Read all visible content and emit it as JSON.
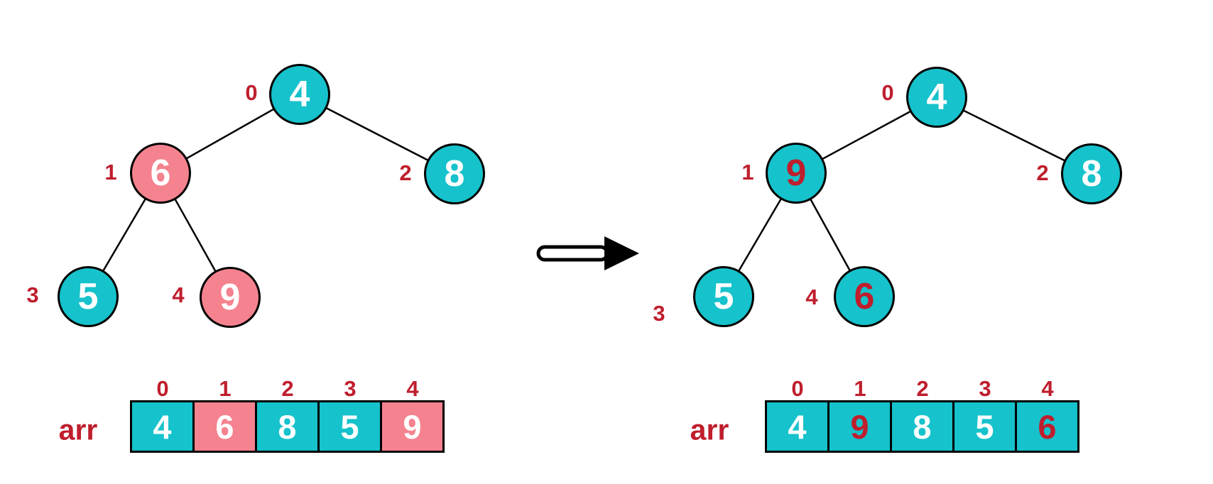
{
  "colors": {
    "teal": "#16C2CB",
    "pink": "#F5838F",
    "red": "#BF1E2D",
    "white": "#FFFFFF",
    "outline": "#000000"
  },
  "left_diagram": {
    "tree": {
      "nodes": [
        {
          "index_label": "0",
          "value": "4",
          "fill": "#16C2CB",
          "value_color": "#FFFFFF"
        },
        {
          "index_label": "1",
          "value": "6",
          "fill": "#F5838F",
          "value_color": "#FFFFFF"
        },
        {
          "index_label": "2",
          "value": "8",
          "fill": "#16C2CB",
          "value_color": "#FFFFFF"
        },
        {
          "index_label": "3",
          "value": "5",
          "fill": "#16C2CB",
          "value_color": "#FFFFFF"
        },
        {
          "index_label": "4",
          "value": "9",
          "fill": "#F5838F",
          "value_color": "#FFFFFF"
        }
      ]
    },
    "array": {
      "label": "arr",
      "cells": [
        {
          "index_label": "0",
          "value": "4",
          "fill": "#16C2CB",
          "value_color": "#FFFFFF"
        },
        {
          "index_label": "1",
          "value": "6",
          "fill": "#F5838F",
          "value_color": "#FFFFFF"
        },
        {
          "index_label": "2",
          "value": "8",
          "fill": "#16C2CB",
          "value_color": "#FFFFFF"
        },
        {
          "index_label": "3",
          "value": "5",
          "fill": "#16C2CB",
          "value_color": "#FFFFFF"
        },
        {
          "index_label": "4",
          "value": "9",
          "fill": "#F5838F",
          "value_color": "#FFFFFF"
        }
      ]
    }
  },
  "right_diagram": {
    "tree": {
      "nodes": [
        {
          "index_label": "0",
          "value": "4",
          "fill": "#16C2CB",
          "value_color": "#FFFFFF"
        },
        {
          "index_label": "1",
          "value": "9",
          "fill": "#16C2CB",
          "value_color": "#BF1E2D"
        },
        {
          "index_label": "2",
          "value": "8",
          "fill": "#16C2CB",
          "value_color": "#FFFFFF"
        },
        {
          "index_label": "3",
          "value": "5",
          "fill": "#16C2CB",
          "value_color": "#FFFFFF"
        },
        {
          "index_label": "4",
          "value": "6",
          "fill": "#16C2CB",
          "value_color": "#BF1E2D"
        }
      ]
    },
    "array": {
      "label": "arr",
      "cells": [
        {
          "index_label": "0",
          "value": "4",
          "fill": "#16C2CB",
          "value_color": "#FFFFFF"
        },
        {
          "index_label": "1",
          "value": "9",
          "fill": "#16C2CB",
          "value_color": "#BF1E2D"
        },
        {
          "index_label": "2",
          "value": "8",
          "fill": "#16C2CB",
          "value_color": "#FFFFFF"
        },
        {
          "index_label": "3",
          "value": "5",
          "fill": "#16C2CB",
          "value_color": "#FFFFFF"
        },
        {
          "index_label": "4",
          "value": "6",
          "fill": "#16C2CB",
          "value_color": "#BF1E2D"
        }
      ]
    }
  }
}
